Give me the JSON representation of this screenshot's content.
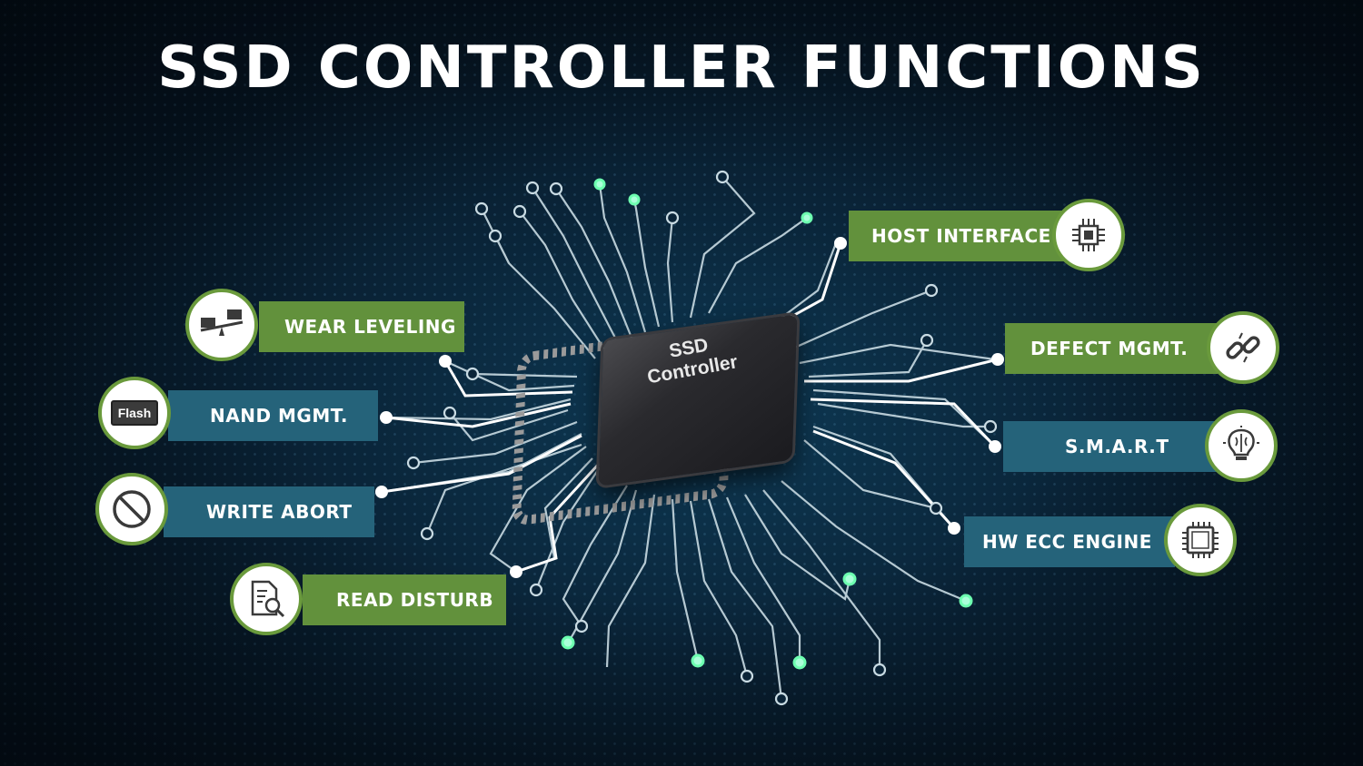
{
  "title": "SSD CONTROLLER FUNCTIONS",
  "chip": {
    "line1": "SSD",
    "line2": "Controller"
  },
  "colors": {
    "green": "#62913c",
    "teal": "#25637a",
    "trace": "#c9dbe3",
    "glow": "#6dffb0"
  },
  "functions": [
    {
      "label": "WEAR LEVELING",
      "icon": "balance-scale-icon",
      "side": "left"
    },
    {
      "label": "NAND MGMT.",
      "icon": "flash-chip-icon",
      "icon_text": "Flash",
      "side": "left"
    },
    {
      "label": "WRITE ABORT",
      "icon": "prohibited-icon",
      "side": "left"
    },
    {
      "label": "READ DISTURB",
      "icon": "document-search-icon",
      "side": "left"
    },
    {
      "label": "HOST INTERFACE",
      "icon": "processor-icon",
      "side": "right"
    },
    {
      "label": "DEFECT MGMT.",
      "icon": "broken-link-icon",
      "side": "right"
    },
    {
      "label": "S.M.A.R.T",
      "icon": "brain-bulb-icon",
      "side": "right"
    },
    {
      "label": "HW ECC ENGINE",
      "icon": "cpu-icon",
      "side": "right"
    }
  ]
}
